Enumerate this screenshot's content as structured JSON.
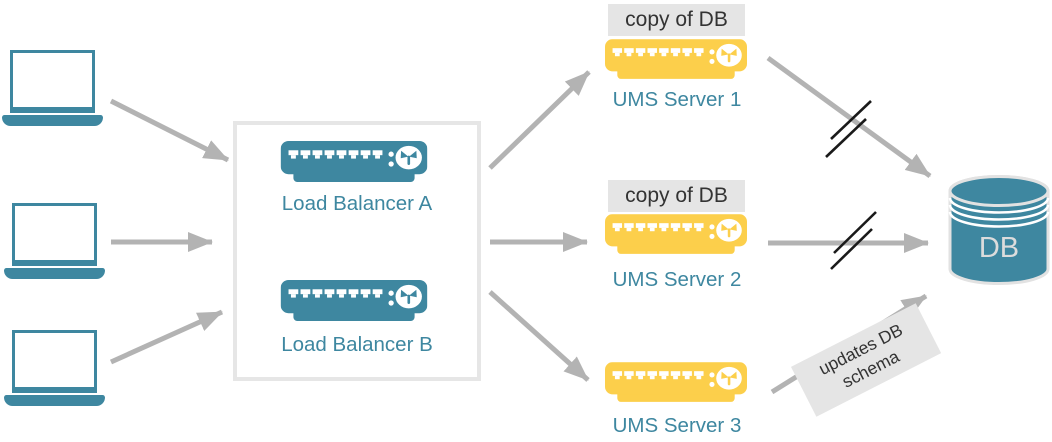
{
  "diagram": {
    "clients": [
      {
        "name": "client-1"
      },
      {
        "name": "client-2"
      },
      {
        "name": "client-3"
      }
    ],
    "load_balancer_group": {
      "members": [
        {
          "label": "Load Balancer A"
        },
        {
          "label": "Load Balancer B"
        }
      ]
    },
    "ums_servers": [
      {
        "label": "UMS Server 1",
        "badge": "copy of DB"
      },
      {
        "label": "UMS Server 2",
        "badge": "copy of DB"
      },
      {
        "label": "UMS Server 3"
      }
    ],
    "database": {
      "label": "DB"
    },
    "annotations": {
      "schema_note": "updates DB schema"
    },
    "connections": {
      "broken_marker": "double-slash"
    }
  },
  "icons": {
    "client": "laptop-icon",
    "load_balancer": "rack-appliance-icon",
    "ums_server": "rack-appliance-icon",
    "database": "database-cylinder-icon",
    "vendor_badge": "igel-logo-icon"
  },
  "colors": {
    "teal": "#3E87A0",
    "yellow": "#FCCF4B",
    "arrow": "#B3B3B3",
    "labelBg": "#E5E5E5",
    "boxBorder": "#E6E6E6",
    "slash": "#1A1A1A",
    "darkText": "#333333",
    "dbText": "#DCDCDC",
    "bg": "#FFFFFF"
  }
}
